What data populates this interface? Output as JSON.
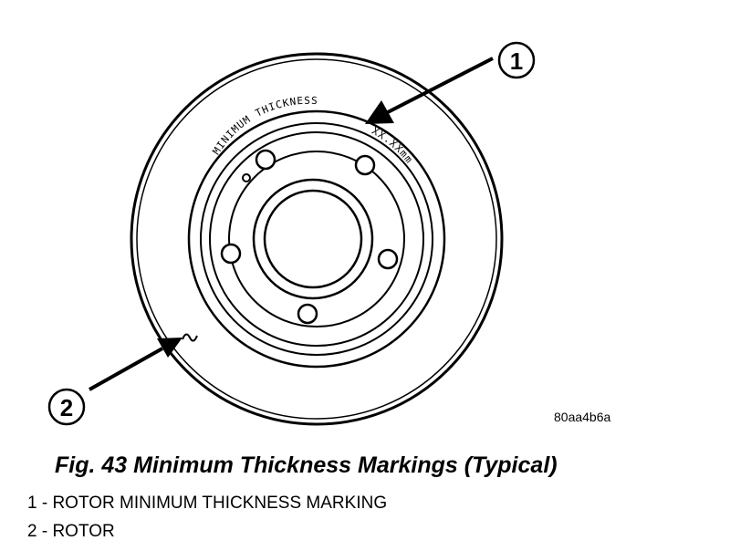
{
  "figure": {
    "rotor_marking_label": "MINIMUM THICKNESS",
    "rotor_marking_value": "XX.XXmm",
    "callout_1": "1",
    "callout_2": "2",
    "reference_code": "80aa4b6a"
  },
  "caption": "Fig. 43 Minimum Thickness Markings (Typical)",
  "legend": [
    "1 - ROTOR MINIMUM THICKNESS MARKING",
    "2 - ROTOR"
  ]
}
